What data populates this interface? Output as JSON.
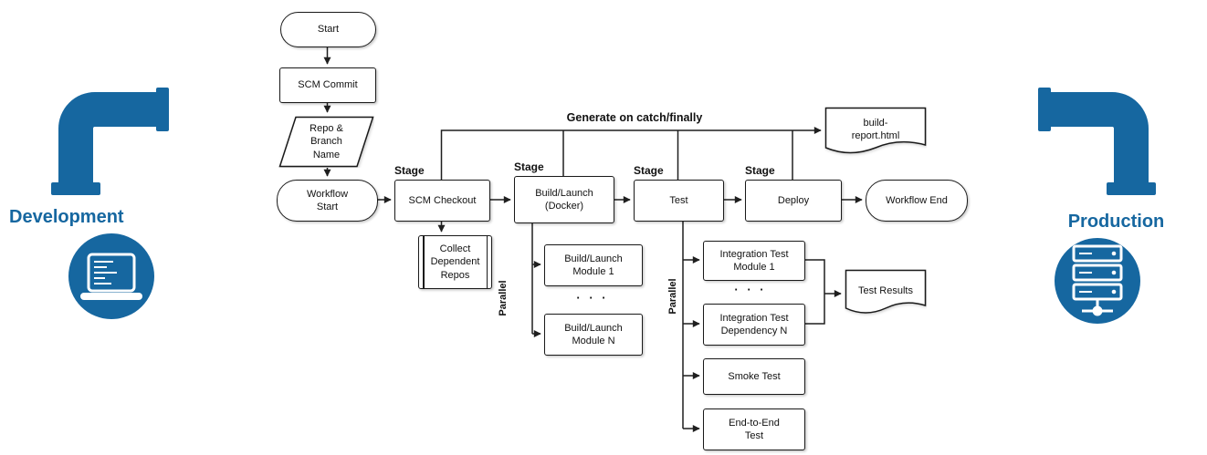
{
  "pipeline": {
    "colors": {
      "accent": "#1667A0",
      "line": "#1F1F1F",
      "node_fill": "#FFFFFF",
      "node_border": "#1A1A1A"
    },
    "environments": {
      "development": "Development",
      "production": "Production"
    },
    "labels": {
      "stage": "Stage",
      "parallel": "Parallel",
      "generate_note": "Generate on catch/finally",
      "ellipsis": "· · ·"
    },
    "nodes": {
      "start": "Start",
      "scm_commit": "SCM Commit",
      "repo_branch": "Repo &\nBranch\nName",
      "workflow_start": "Workflow\nStart",
      "scm_checkout": "SCM Checkout",
      "build_launch_docker": "Build/Launch\n(Docker)",
      "test": "Test",
      "deploy": "Deploy",
      "workflow_end": "Workflow End",
      "build_report": "build-\nreport.html",
      "collect_dependent_repos": "Collect\nDependent\nRepos",
      "build_launch_module_1": "Build/Launch\nModule 1",
      "build_launch_module_n": "Build/Launch\nModule N",
      "integration_test_module_1": "Integration Test\nModule 1",
      "integration_test_dependency_n": "Integration Test\nDependency N",
      "smoke_test": "Smoke Test",
      "end_to_end_test": "End-to-End\nTest",
      "test_results": "Test Results"
    }
  }
}
